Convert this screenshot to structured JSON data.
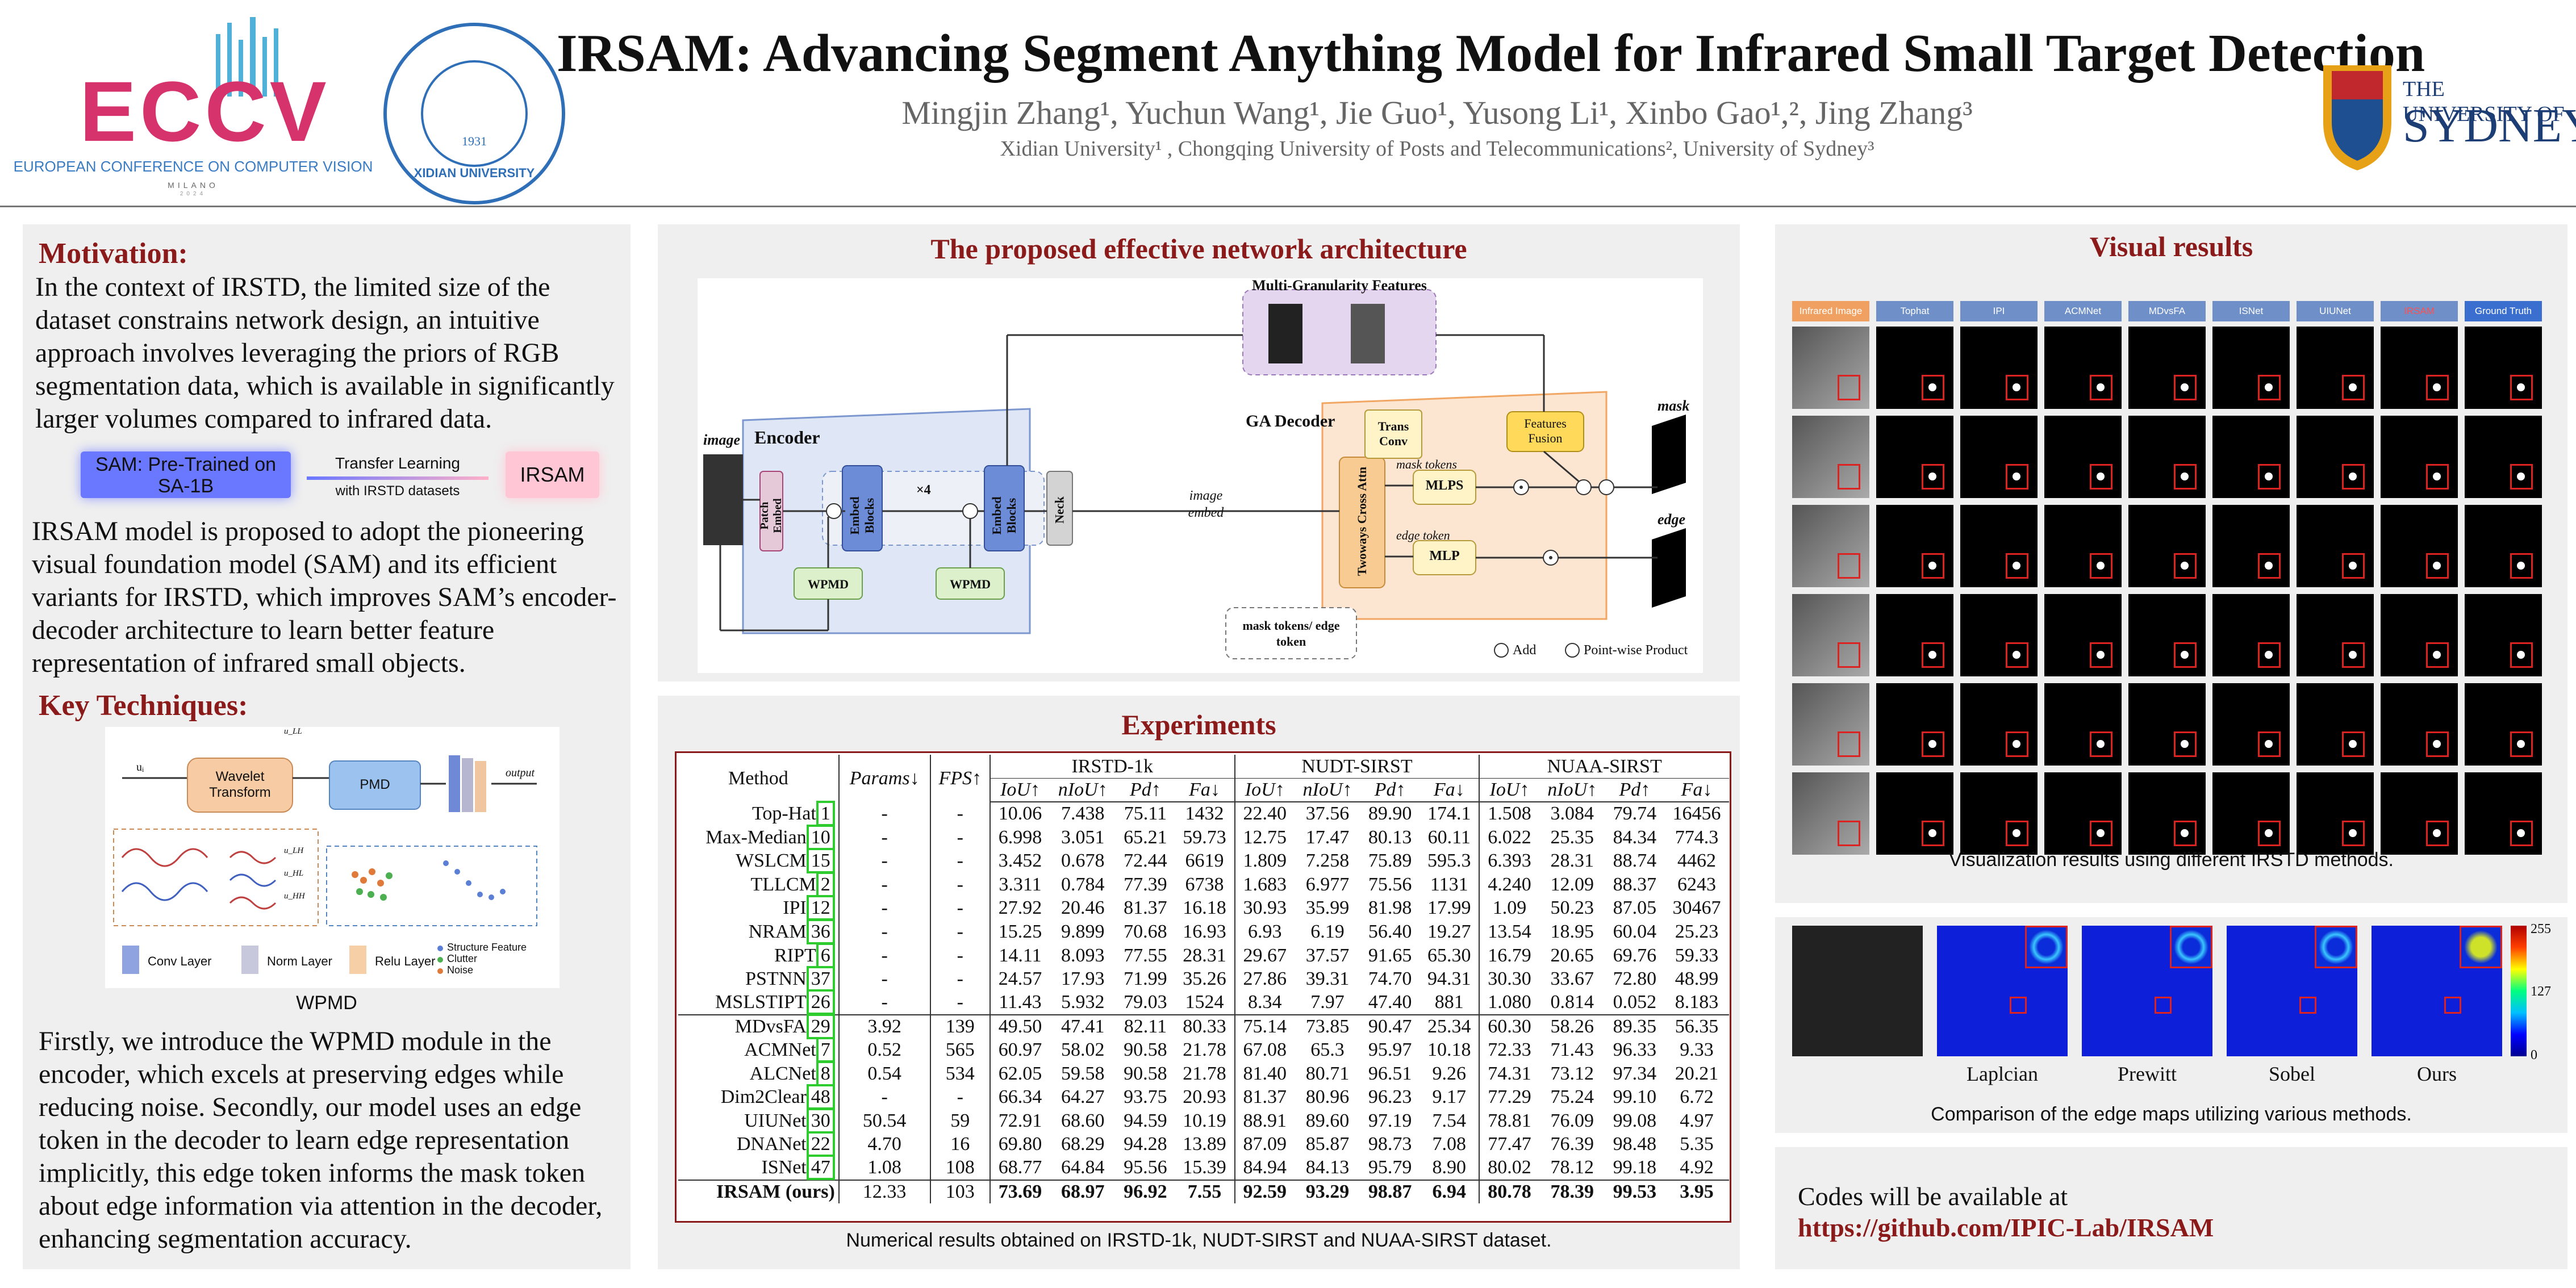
{
  "header": {
    "title": "IRSAM: Advancing Segment Anything Model for Infrared Small Target Detection",
    "authors": "Mingjin Zhang¹, Yuchun Wang¹, Jie Guo¹, Yusong Li¹,  Xinbo Gao¹,², Jing Zhang³",
    "affiliations": "Xidian University¹ , Chongqing University of Posts and Telecommunications², University of Sydney³",
    "eccv_logo": "ECCV",
    "eccv_sub": "EUROPEAN CONFERENCE ON COMPUTER VISION",
    "eccv_city": "MILANO",
    "eccv_year": "2024",
    "xidian_logo": "XIDIAN UNIVERSITY",
    "xidian_year": "1931",
    "sydney_line1": "THE UNIVERSITY OF",
    "sydney_line2": "SYDNEY"
  },
  "left": {
    "motivation_heading": "Motivation:",
    "motivation_text": "In the context of IRSTD, the limited size of the dataset constrains network design, an intuitive approach involves leveraging the priors of RGB segmentation data, which is available in significantly larger volumes compared to infrared data.",
    "sam_box": "SAM: Pre-Trained on SA-1B",
    "transfer_line1": "Transfer Learning",
    "transfer_line2": "with IRSTD datasets",
    "irsam_box": "IRSAM",
    "irsam_text": "IRSAM model is proposed to adopt the pioneering visual foundation model (SAM) and its efficient variants for IRSTD, which improves SAM’s encoder-decoder architecture to learn better feature representation of infrared small objects.",
    "key_heading": "Key Techniques:",
    "wpmd_caption": "WPMD",
    "wpmd_fig": {
      "input": "uᵢ",
      "wavelet": "Wavelet Transform",
      "pmd": "PMD",
      "output": "output",
      "u_ll": "u_LL",
      "u_lh": "u_LH",
      "u_hl": "u_HL",
      "u_hh": "u_HH",
      "legend_conv": "Conv Layer",
      "legend_norm": "Norm Layer",
      "legend_relu": "Relu Layer",
      "legend_struct": "Structure Feature",
      "legend_clutter": "Clutter",
      "legend_noise": "Noise"
    },
    "final_text": "Firstly, we introduce the WPMD module in the encoder, which excels at preserving edges while reducing noise. Secondly, our model uses an edge token in the decoder to learn edge representation implicitly, this edge token informs the mask token about edge information via attention in the decoder, enhancing segmentation accuracy."
  },
  "arch": {
    "heading": "The proposed effective network architecture",
    "mgf": "Multi-Granularity Features",
    "encoder": "Encoder",
    "image": "image",
    "patch_embed": "Patch Embed",
    "embed_blocks": "Embed Blocks",
    "times4": "×4",
    "neck": "Neck",
    "wpmd": "WPMD",
    "image_embed": "image embed",
    "ga_decoder": "GA Decoder",
    "twoway": "Twoways Cross Attn",
    "trans_conv": "Trans Conv",
    "features_fusion": "Features Fusion",
    "mask_tokens": "mask tokens",
    "edge_token": "edge token",
    "mlps": "MLPS",
    "mlp": "MLP",
    "mask_edge_box": "mask tokens/ edge token",
    "mask": "mask",
    "edge": "edge",
    "legend_add": "Add",
    "legend_prod": "Point-wise Product"
  },
  "experiments": {
    "heading": "Experiments",
    "caption": "Numerical results obtained on IRSTD-1k, NUDT-SIRST and NUAA-SIRST dataset.",
    "col_method": "Method",
    "col_params": "Params↓",
    "col_fps": "FPS↑",
    "datasets": [
      "IRSTD-1k",
      "NUDT-SIRST",
      "NUAA-SIRST"
    ],
    "metrics": [
      "IoU↑",
      "nIoU↑",
      "Pd↑",
      "Fa↓"
    ],
    "rows": [
      {
        "m": "Top-Hat",
        "ref": "1",
        "p": "-",
        "f": "-",
        "v": [
          "10.06",
          "7.438",
          "75.11",
          "1432",
          "22.40",
          "37.56",
          "89.90",
          "174.1",
          "1.508",
          "3.084",
          "79.74",
          "16456"
        ]
      },
      {
        "m": "Max-Median",
        "ref": "10",
        "p": "-",
        "f": "-",
        "v": [
          "6.998",
          "3.051",
          "65.21",
          "59.73",
          "12.75",
          "17.47",
          "80.13",
          "60.11",
          "6.022",
          "25.35",
          "84.34",
          "774.3"
        ]
      },
      {
        "m": "WSLCM",
        "ref": "15",
        "p": "-",
        "f": "-",
        "v": [
          "3.452",
          "0.678",
          "72.44",
          "6619",
          "1.809",
          "7.258",
          "75.89",
          "595.3",
          "6.393",
          "28.31",
          "88.74",
          "4462"
        ]
      },
      {
        "m": "TLLCM",
        "ref": "2",
        "p": "-",
        "f": "-",
        "v": [
          "3.311",
          "0.784",
          "77.39",
          "6738",
          "1.683",
          "6.977",
          "75.56",
          "1131",
          "4.240",
          "12.09",
          "88.37",
          "6243"
        ]
      },
      {
        "m": "IPI",
        "ref": "12",
        "p": "-",
        "f": "-",
        "v": [
          "27.92",
          "20.46",
          "81.37",
          "16.18",
          "30.93",
          "35.99",
          "81.98",
          "17.99",
          "1.09",
          "50.23",
          "87.05",
          "30467"
        ]
      },
      {
        "m": "NRAM",
        "ref": "36",
        "p": "-",
        "f": "-",
        "v": [
          "15.25",
          "9.899",
          "70.68",
          "16.93",
          "6.93",
          "6.19",
          "56.40",
          "19.27",
          "13.54",
          "18.95",
          "60.04",
          "25.23"
        ]
      },
      {
        "m": "RIPT",
        "ref": "6",
        "p": "-",
        "f": "-",
        "v": [
          "14.11",
          "8.093",
          "77.55",
          "28.31",
          "29.67",
          "37.57",
          "91.65",
          "65.30",
          "16.79",
          "20.65",
          "69.76",
          "59.33"
        ]
      },
      {
        "m": "PSTNN",
        "ref": "37",
        "p": "-",
        "f": "-",
        "v": [
          "24.57",
          "17.93",
          "71.99",
          "35.26",
          "27.86",
          "39.31",
          "74.70",
          "94.31",
          "30.30",
          "33.67",
          "72.80",
          "48.99"
        ]
      },
      {
        "m": "MSLSTIPT",
        "ref": "26",
        "p": "-",
        "f": "-",
        "v": [
          "11.43",
          "5.932",
          "79.03",
          "1524",
          "8.34",
          "7.97",
          "47.40",
          "881",
          "1.080",
          "0.814",
          "0.052",
          "8.183"
        ]
      },
      {
        "m": "MDvsFA",
        "ref": "29",
        "p": "3.92",
        "f": "139",
        "v": [
          "49.50",
          "47.41",
          "82.11",
          "80.33",
          "75.14",
          "73.85",
          "90.47",
          "25.34",
          "60.30",
          "58.26",
          "89.35",
          "56.35"
        ]
      },
      {
        "m": "ACMNet",
        "ref": "7",
        "p": "0.52",
        "f": "565",
        "v": [
          "60.97",
          "58.02",
          "90.58",
          "21.78",
          "67.08",
          "65.3",
          "95.97",
          "10.18",
          "72.33",
          "71.43",
          "96.33",
          "9.33"
        ]
      },
      {
        "m": "ALCNet",
        "ref": "8",
        "p": "0.54",
        "f": "534",
        "v": [
          "62.05",
          "59.58",
          "90.58",
          "21.78",
          "81.40",
          "80.71",
          "96.51",
          "9.26",
          "74.31",
          "73.12",
          "97.34",
          "20.21"
        ]
      },
      {
        "m": "Dim2Clear",
        "ref": "48",
        "p": "-",
        "f": "-",
        "v": [
          "66.34",
          "64.27",
          "93.75",
          "20.93",
          "81.37",
          "80.96",
          "96.23",
          "9.17",
          "77.29",
          "75.24",
          "99.10",
          "6.72"
        ]
      },
      {
        "m": "UIUNet",
        "ref": "30",
        "p": "50.54",
        "f": "59",
        "v": [
          "72.91",
          "68.60",
          "94.59",
          "10.19",
          "88.91",
          "89.60",
          "97.19",
          "7.54",
          "78.81",
          "76.09",
          "99.08",
          "4.97"
        ]
      },
      {
        "m": "DNANet",
        "ref": "22",
        "p": "4.70",
        "f": "16",
        "v": [
          "69.80",
          "68.29",
          "94.28",
          "13.89",
          "87.09",
          "85.87",
          "98.73",
          "7.08",
          "77.47",
          "76.39",
          "98.48",
          "5.35"
        ]
      },
      {
        "m": "ISNet",
        "ref": "47",
        "p": "1.08",
        "f": "108",
        "v": [
          "68.77",
          "64.84",
          "95.56",
          "15.39",
          "84.94",
          "84.13",
          "95.79",
          "8.90",
          "80.02",
          "78.12",
          "99.18",
          "4.92"
        ]
      },
      {
        "m": "IRSAM (ours)",
        "ref": "",
        "p": "12.33",
        "f": "103",
        "v": [
          "73.69",
          "68.97",
          "96.92",
          "7.55",
          "92.59",
          "93.29",
          "98.87",
          "6.94",
          "80.78",
          "78.39",
          "99.53",
          "3.95"
        ]
      }
    ]
  },
  "visual": {
    "heading": "Visual results",
    "columns": [
      "Infrared Image",
      "Tophat",
      "IPI",
      "ACMNet",
      "MDvsFA",
      "ISNet",
      "UIUNet",
      "IRSAM",
      "Ground Truth"
    ],
    "caption1": "Visualization results using different IRSTD methods.",
    "edge_labels": [
      "Laplcian",
      "Prewitt",
      "Sobel",
      "Ours"
    ],
    "colorbar": [
      "255",
      "127",
      "0"
    ],
    "caption2": "Comparison of the edge maps utilizing various methods.",
    "codes_line": "Codes will be available at",
    "codes_link": "https://github.com/IPIC-Lab/IRSAM"
  }
}
